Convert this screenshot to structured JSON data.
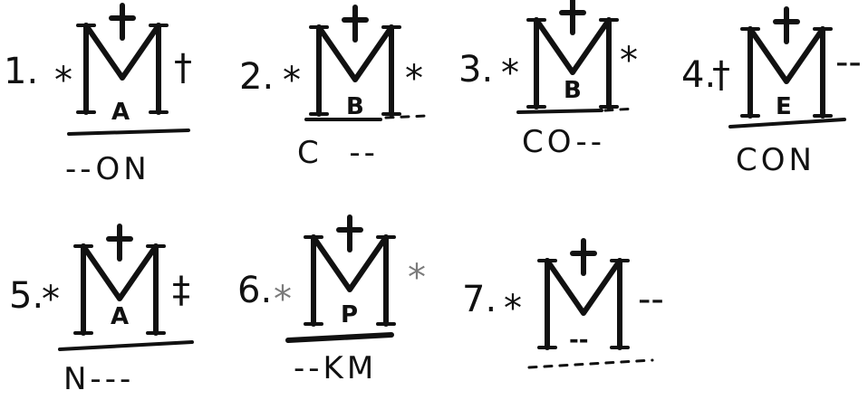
{
  "marks": [
    {
      "number": "1.",
      "inner_letter": "A",
      "left_symbol": "*",
      "right_symbol": "†",
      "legend": "--ON"
    },
    {
      "number": "2.",
      "inner_letter": "B",
      "left_symbol": "*",
      "right_symbol": "*",
      "legend": "C  --"
    },
    {
      "number": "3.",
      "inner_letter": "B",
      "left_symbol": "*",
      "right_symbol": "*",
      "legend": "CO--"
    },
    {
      "number": "4.",
      "inner_letter": "Ε",
      "left_symbol": "†",
      "right_symbol": "--",
      "legend": "CON"
    },
    {
      "number": "5.",
      "inner_letter": "A",
      "left_symbol": "*",
      "right_symbol": "‡",
      "legend": "N---"
    },
    {
      "number": "6.",
      "inner_letter": "P",
      "left_symbol": "*",
      "right_symbol": "*",
      "legend": "--KM"
    },
    {
      "number": "7.",
      "inner_letter": "--",
      "left_symbol": "*",
      "right_symbol": "--",
      "legend": ""
    }
  ]
}
